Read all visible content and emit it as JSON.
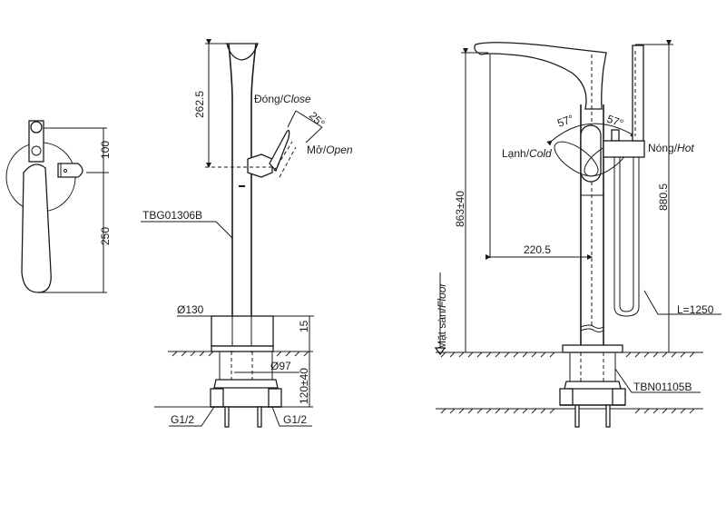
{
  "drawing": {
    "side_view": {
      "dimensions": {
        "top_offset": "100",
        "handle_length": "250"
      }
    },
    "front_view": {
      "spout_height": "262.5",
      "close_label_vi": "Đóng",
      "close_label_en": "Close",
      "open_label_vi": "Mở",
      "open_label_en": "Open",
      "lever_angle": "25°",
      "body_part_code": "TBG01306B",
      "base_diameter": "Ø130",
      "base_height": "15",
      "rough_in_diameter": "Ø97",
      "rough_in_depth": "120±40",
      "inlet_left": "G1/2",
      "inlet_right": "G1/2",
      "separator": "/"
    },
    "right_view": {
      "angle_left": "57°",
      "angle_right": "57°",
      "cold_label_vi": "Lạnh",
      "cold_label_en": "Cold",
      "hot_label_vi": "Nóng",
      "hot_label_en": "Hot",
      "spout_height": "863±40",
      "total_height": "880.5",
      "spout_reach": "220.5",
      "hose_length": "L=1250",
      "floor_label_vi": "Mặt sàn",
      "floor_label_en": "Floor",
      "rough_in_part_code": "TBN01105B",
      "separator": "/"
    }
  }
}
